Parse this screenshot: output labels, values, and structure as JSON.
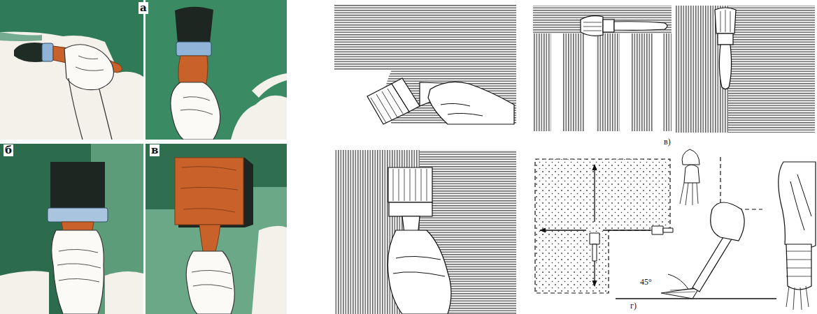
{
  "diagram": {
    "labels": [
      "а",
      "б",
      "в",
      "в)",
      "45°",
      "г)"
    ]
  }
}
